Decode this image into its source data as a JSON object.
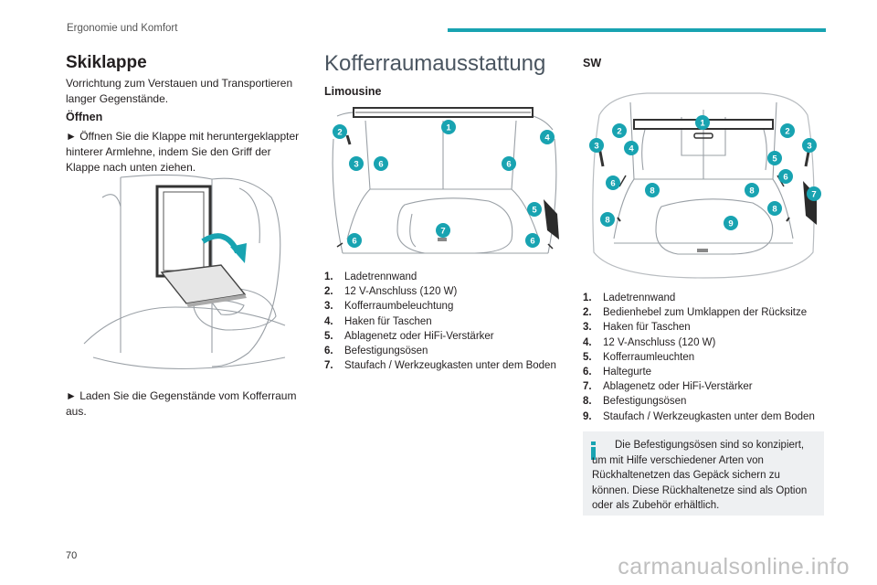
{
  "header": {
    "section": "Ergonomie und Komfort",
    "page_number": "70"
  },
  "watermark": "carmanualsonline.info",
  "skiklappe": {
    "title": "Skiklappe",
    "intro": "Vorrichtung zum Verstauen und Transportieren langer Gegenstände.",
    "open_heading": "Öffnen",
    "step1": "► Öffnen Sie die Klappe mit heruntergeklappter hinterer Armlehne, indem Sie den Griff der Klappe nach unten ziehen.",
    "step2": "► Laden Sie die Gegenstände vom Kofferraum aus."
  },
  "kofferraum": {
    "title": "Kofferraumausstattung",
    "limousine_heading": "Limousine",
    "limousine_badges": [
      "1",
      "2",
      "3",
      "4",
      "5",
      "6",
      "6",
      "6",
      "6",
      "7"
    ],
    "limousine_items": [
      {
        "num": "1.",
        "text": "Ladetrennwand"
      },
      {
        "num": "2.",
        "text": "12 V-Anschluss (120 W)"
      },
      {
        "num": "3.",
        "text": "Kofferraumbeleuchtung"
      },
      {
        "num": "4.",
        "text": "Haken für Taschen"
      },
      {
        "num": "5.",
        "text": "Ablagenetz oder HiFi-Verstärker"
      },
      {
        "num": "6.",
        "text": "Befestigungsösen"
      },
      {
        "num": "7.",
        "text": "Staufach / Werkzeugkasten unter dem Boden"
      }
    ]
  },
  "sw": {
    "heading": "SW",
    "badges": [
      "1",
      "2",
      "2",
      "3",
      "3",
      "4",
      "5",
      "6",
      "6",
      "7",
      "8",
      "8",
      "8",
      "8",
      "9"
    ],
    "items": [
      {
        "num": "1.",
        "text": "Ladetrennwand"
      },
      {
        "num": "2.",
        "text": "Bedienhebel zum Umklappen der Rücksitze"
      },
      {
        "num": "3.",
        "text": "Haken für Taschen"
      },
      {
        "num": "4.",
        "text": "12 V-Anschluss (120 W)"
      },
      {
        "num": "5.",
        "text": "Kofferraumleuchten"
      },
      {
        "num": "6.",
        "text": "Haltegurte"
      },
      {
        "num": "7.",
        "text": "Ablagenetz oder HiFi-Verstärker"
      },
      {
        "num": "8.",
        "text": "Befestigungsösen"
      },
      {
        "num": "9.",
        "text": "Staufach / Werkzeugkasten unter dem Boden"
      }
    ],
    "info": "Die Befestigungsösen sind so konzipiert, um mit Hilfe verschiedener Arten von Rückhaltenetzen das Gepäck sichern zu können. Diese Rückhaltenetze sind als Option oder als Zubehör erhältlich."
  },
  "colors": {
    "accent": "#18a3b1",
    "info_bg": "#eef0f2"
  }
}
